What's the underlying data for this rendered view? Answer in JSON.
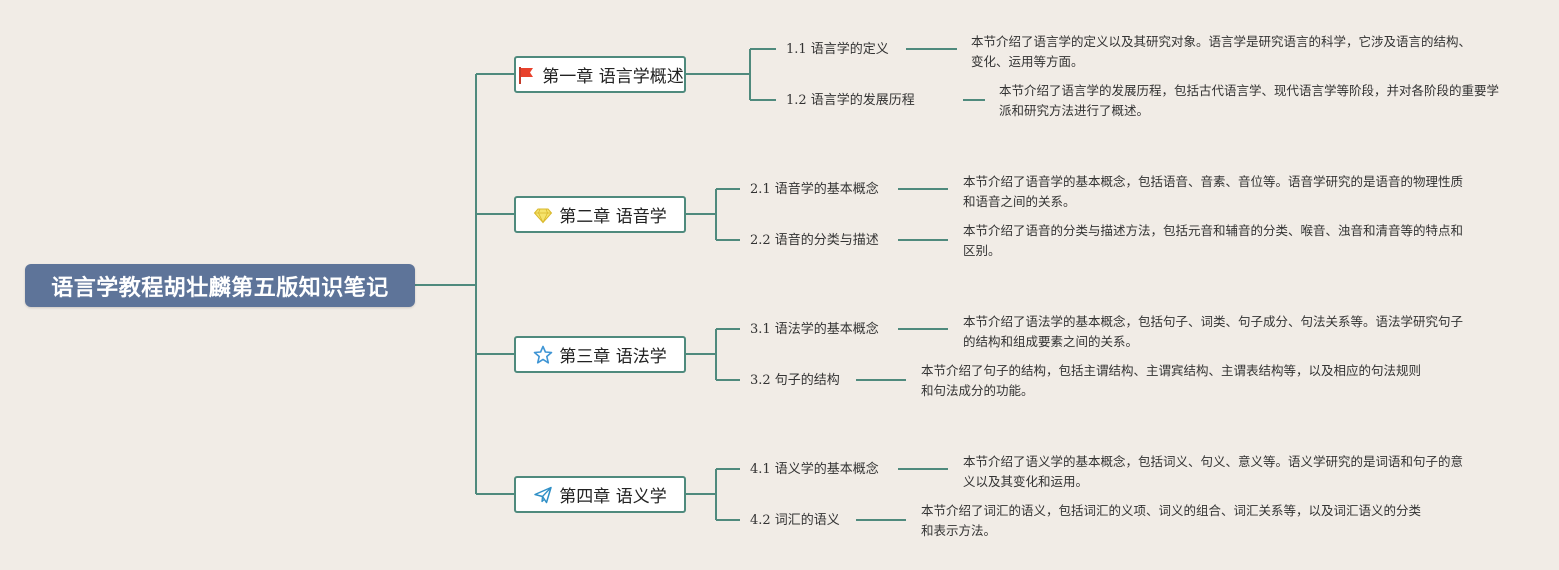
{
  "root": {
    "title": "语言学教程胡壮麟第五版知识笔记"
  },
  "chapters": [
    {
      "label": "第一章 语言学概述",
      "icon": "red-flag-icon",
      "sections": [
        {
          "label": "1.1 语言学的定义",
          "desc": "本节介绍了语言学的定义以及其研究对象。语言学是研究语言的科学，它涉及语言的结构、变化、运用等方面。"
        },
        {
          "label": "1.2 语言学的发展历程",
          "desc": "本节介绍了语言学的发展历程，包括古代语言学、现代语言学等阶段，并对各阶段的重要学派和研究方法进行了概述。"
        }
      ]
    },
    {
      "label": "第二章 语音学",
      "icon": "diamond-icon",
      "sections": [
        {
          "label": "2.1 语音学的基本概念",
          "desc": "本节介绍了语音学的基本概念，包括语音、音素、音位等。语音学研究的是语音的物理性质和语音之间的关系。"
        },
        {
          "label": "2.2 语音的分类与描述",
          "desc": "本节介绍了语音的分类与描述方法，包括元音和辅音的分类、喉音、浊音和清音等的特点和区别。"
        }
      ]
    },
    {
      "label": "第三章 语法学",
      "icon": "star-icon",
      "sections": [
        {
          "label": "3.1 语法学的基本概念",
          "desc": "本节介绍了语法学的基本概念，包括句子、词类、句子成分、句法关系等。语法学研究句子的结构和组成要素之间的关系。"
        },
        {
          "label": "3.2 句子的结构",
          "desc": "本节介绍了句子的结构，包括主谓结构、主谓宾结构、主谓表结构等，以及相应的句法规则和句法成分的功能。"
        }
      ]
    },
    {
      "label": "第四章 语义学",
      "icon": "paper-plane-icon",
      "sections": [
        {
          "label": "4.1 语义学的基本概念",
          "desc": "本节介绍了语义学的基本概念，包括词义、句义、意义等。语义学研究的是词语和句子的意义以及其变化和运用。"
        },
        {
          "label": "4.2 词汇的语义",
          "desc": "本节介绍了词汇的语义，包括词汇的义项、词义的组合、词汇关系等，以及词汇语义的分类和表示方法。"
        }
      ]
    }
  ],
  "colors": {
    "root_bg": "#5e7499",
    "line": "#4f8a7d",
    "background": "#f1ece6"
  }
}
